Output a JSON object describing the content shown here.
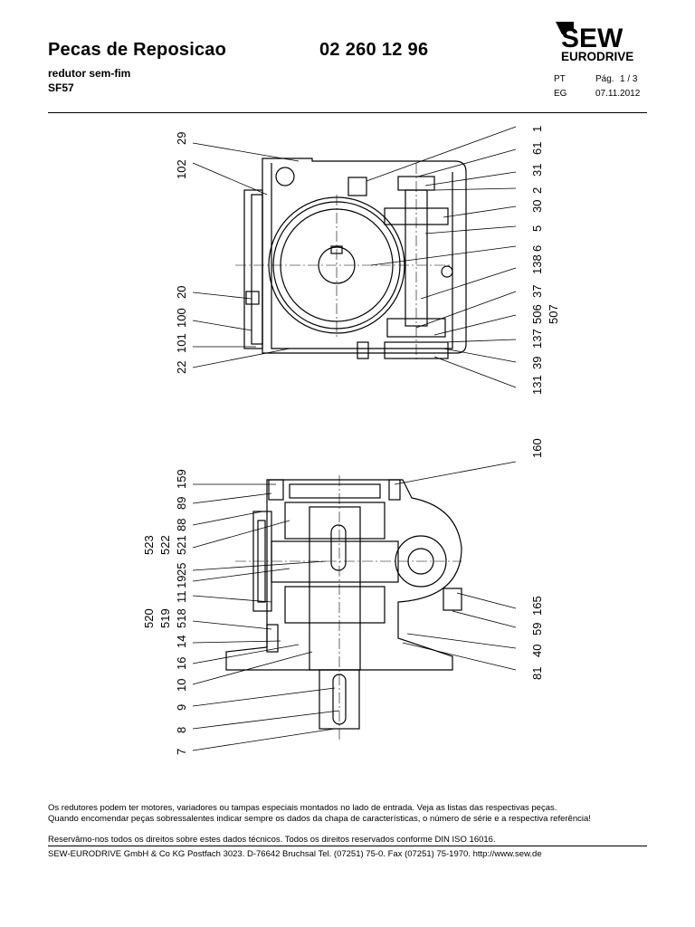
{
  "header": {
    "title": "Pecas de Reposicao",
    "part_number": "02 260 12 96",
    "subtitle": "redutor sem-fim",
    "model": "SF57",
    "language": "PT",
    "page_label": "Pág.",
    "page_number": "1 / 3",
    "edition": "EG",
    "date": "07.11.2012"
  },
  "logo": {
    "line1": "SEW",
    "line2": "EURODRIVE"
  },
  "drawing_top": {
    "labels_left": [
      "29",
      "102",
      "20",
      "100",
      "101",
      "22"
    ],
    "labels_right": [
      "1",
      "61",
      "31",
      "2",
      "30",
      "5",
      "6",
      "138",
      "37",
      "506",
      "507",
      "137",
      "39",
      "131"
    ]
  },
  "drawing_bottom": {
    "labels_left": [
      "159",
      "89",
      "88",
      "521",
      "522",
      "523",
      "25",
      "19",
      "11",
      "518",
      "519",
      "520",
      "14",
      "16",
      "10",
      "9",
      "8",
      "7"
    ],
    "labels_right": [
      "160",
      "165",
      "59",
      "40",
      "81"
    ]
  },
  "footer": {
    "line1": "Os redutores podem ter motores, variadores ou tampas especiais montados no lado de entrada. Veja as listas das respectivas peças.",
    "line2": "Quando encomendar peças sobressalentes indicar sempre os dados da chapa de características, o número de série e a respectiva referência!",
    "line3": "Reservâmo-nos todos os direitos sobre estes dados técnicos. Todos os direitos reservados conforme DIN ISO 16016.",
    "line4": "SEW-EURODRIVE GmbH & Co KG Postfach 3023. D-76642 Bruchsal Tel. (07251) 75-0. Fax (07251) 75-1970. http://www.sew.de"
  },
  "colors": {
    "ink": "#000000",
    "paper": "#ffffff"
  }
}
